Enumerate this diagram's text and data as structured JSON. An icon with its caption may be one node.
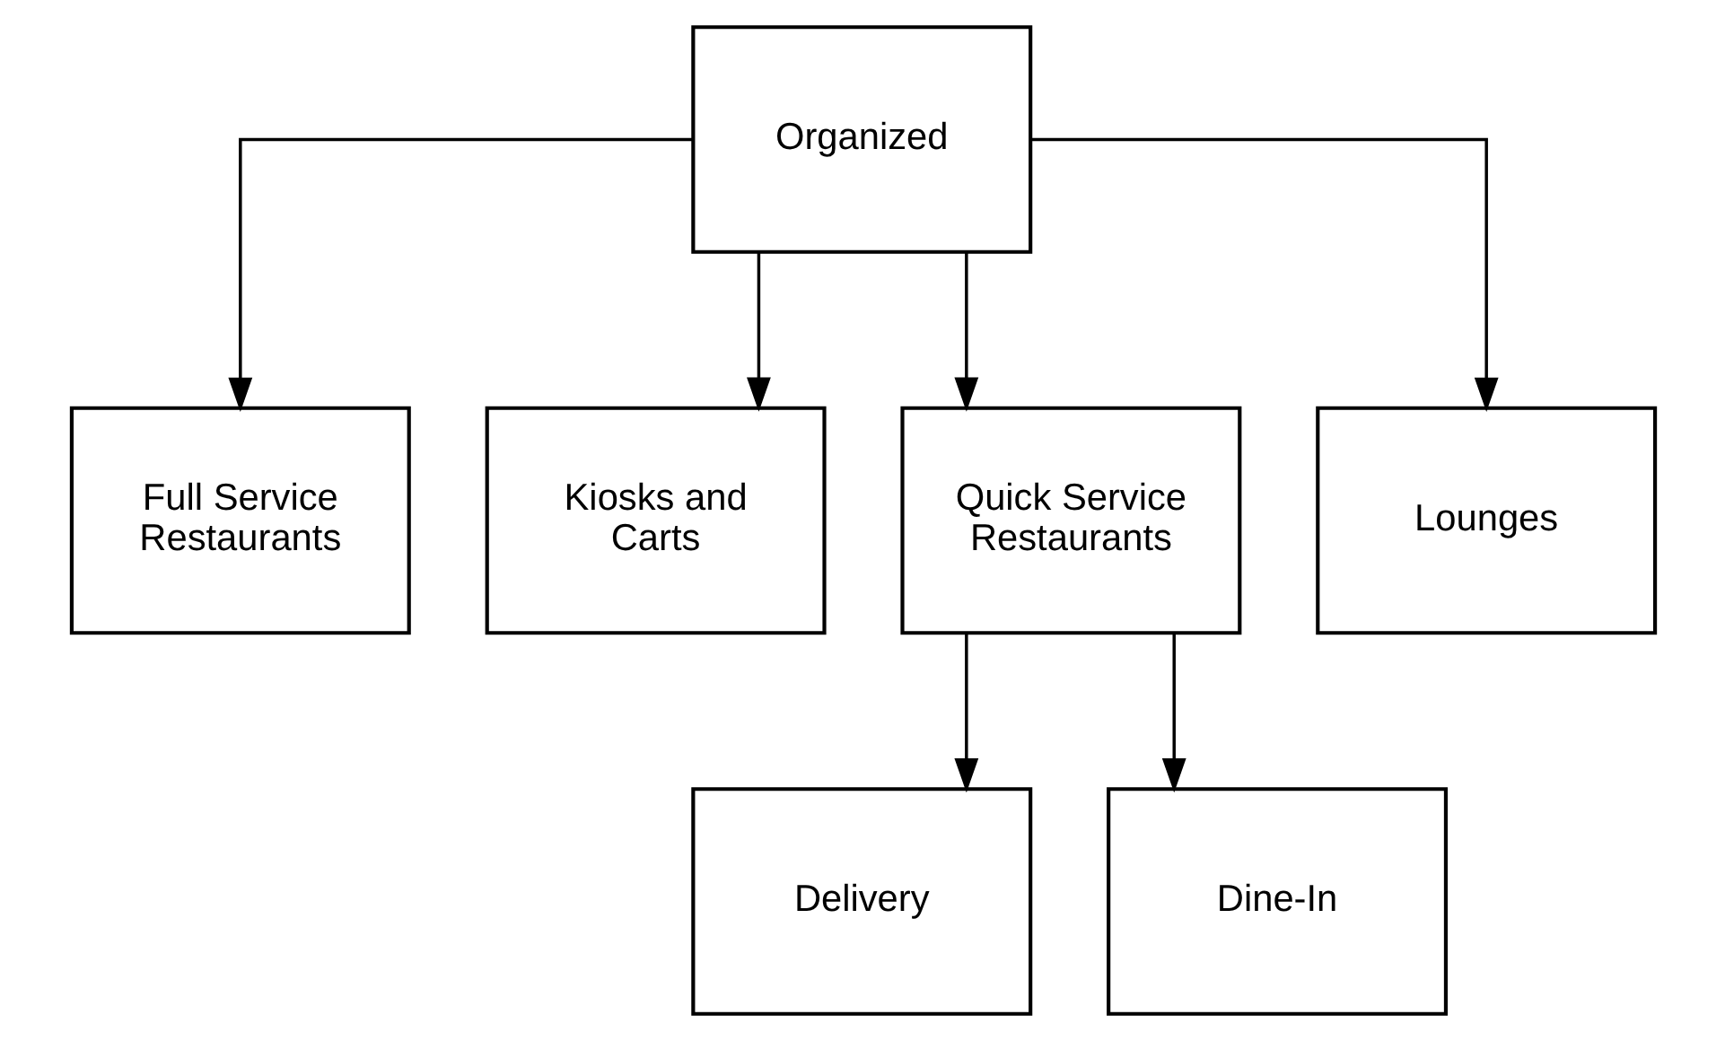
{
  "diagram": {
    "nodes": [
      {
        "text": [
          "Organized"
        ]
      },
      {
        "text": [
          "Full Service Restaurants"
        ]
      },
      {
        "text": [
          "Kiosks and Carts"
        ]
      },
      {
        "text": [
          "Quick Service Restaurants"
        ]
      },
      {
        "text": [
          "Lounges"
        ]
      },
      {
        "text": [
          "Delivery"
        ]
      },
      {
        "text": [
          "Dine-In"
        ]
      }
    ],
    "edges": [
      {
        "from": 0,
        "to": 1,
        "arrow": "to"
      },
      {
        "from": 0,
        "to": 2,
        "arrow": "to"
      },
      {
        "from": 0,
        "to": 3,
        "arrow": "to"
      },
      {
        "from": 0,
        "to": 4,
        "arrow": "to"
      },
      {
        "from": 3,
        "to": 5,
        "arrow": "to"
      },
      {
        "from": 3,
        "to": 6,
        "arrow": "to"
      }
    ]
  }
}
